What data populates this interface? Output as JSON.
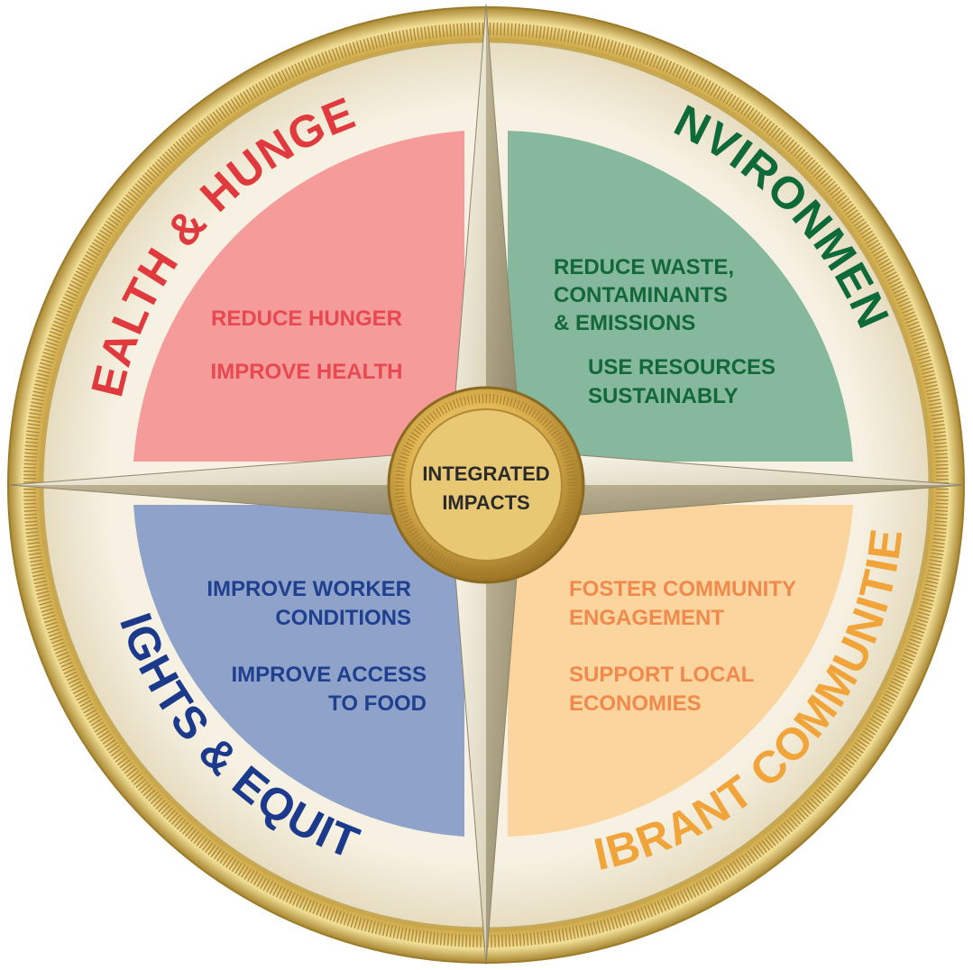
{
  "quadrants": {
    "health": {
      "title": "HEALTH & HUNGER",
      "items": [
        "REDUCE HUNGER",
        "IMPROVE HEALTH"
      ],
      "title_color": "#e03a3e",
      "text_color": "#e8484f",
      "fill": "#f59b9a"
    },
    "environment": {
      "title": "ENVIRONMENT",
      "items": [
        [
          "REDUCE WASTE,",
          "CONTAMINANTS",
          "& EMISSIONS"
        ],
        [
          "USE RESOURCES",
          "SUSTAINABLY"
        ]
      ],
      "title_color": "#0f6a3a",
      "text_color": "#13683a",
      "fill": "#85b89c"
    },
    "rights": {
      "title": "RIGHTS & EQUITY",
      "items": [
        [
          "IMPROVE WORKER",
          "CONDITIONS"
        ],
        [
          "IMPROVE ACCESS",
          "TO FOOD"
        ]
      ],
      "title_color": "#1c3a8c",
      "text_color": "#1f3f8f",
      "fill": "#8fa3ca"
    },
    "vibrant": {
      "title": "VIBRANT COMMUNITIES",
      "items": [
        [
          "FOSTER COMMUNITY",
          "ENGAGEMENT"
        ],
        [
          "SUPPORT LOCAL",
          "ECONOMIES"
        ]
      ],
      "title_color": "#f1a43a",
      "text_color": "#ef8a4c",
      "fill": "#fbd49e"
    }
  },
  "center": {
    "line1": "INTEGRATED",
    "line2": "IMPACTS"
  },
  "colors": {
    "ring_gold": "#c9a94a",
    "ring_inner": "#f3eddd",
    "star_light": "#e9e4d3",
    "star_dark": "#a39a7d"
  }
}
